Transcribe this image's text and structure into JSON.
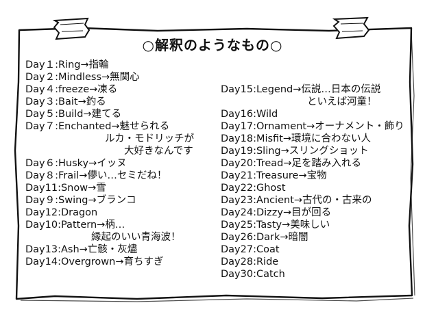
{
  "title": "○解釈のようなもの○",
  "left_lines": [
    {
      "text": "Day１:Ring→指輪",
      "indent": 0
    },
    {
      "text": "Day２:Mindless→無関心",
      "indent": 0
    },
    {
      "text": "Day４:freeze→凍る",
      "indent": 0
    },
    {
      "text": "Day３:Bait→釣る",
      "indent": 0
    },
    {
      "text": "Day５:Build→建てる",
      "indent": 0
    },
    {
      "text": "Day７:Enchanted→魅せられる",
      "indent": 0
    },
    {
      "text": "ルカ・モドリッチが",
      "indent": 1
    },
    {
      "text": "大好きなんです",
      "indent": 2
    },
    {
      "text": "Day６:Husky→イッヌ",
      "indent": 0
    },
    {
      "text": "Day８:Frail→儚い…セミだね！",
      "indent": 0
    },
    {
      "text": "Day11:Snow→雪",
      "indent": 0
    },
    {
      "text": "Day９:Swing→ブランコ",
      "indent": 0
    },
    {
      "text": "Day12:Dragon",
      "indent": 0
    },
    {
      "text": "Day10:Pattern→柄…",
      "indent": 0
    },
    {
      "text": "縁起のいい青海波！",
      "indent": 3
    },
    {
      "text": "Day13:Ash→亡骸・灰燼",
      "indent": 0
    },
    {
      "text": "Day14:Overgrown→育ちすぎ",
      "indent": 0
    }
  ],
  "right_lines": [
    {
      "text": "Day15:Legend→伝説…日本の伝説",
      "indent": 0
    },
    {
      "text": "といえば河童！",
      "indent": 4
    },
    {
      "text": "Day16:Wild",
      "indent": 0
    },
    {
      "text": "Day17:Ornament→オーナメント・飾り",
      "indent": 0
    },
    {
      "text": "Day18:Misfit→環境に合わない人",
      "indent": 0
    },
    {
      "text": "Day19:Sling→スリングショット",
      "indent": 0
    },
    {
      "text": "Day20:Tread→足を踏み入れる",
      "indent": 0
    },
    {
      "text": "Day21:Treasure→宝物",
      "indent": 0
    },
    {
      "text": "Day22:Ghost",
      "indent": 0
    },
    {
      "text": "Day23:Ancient→古代の・古来の",
      "indent": 0
    },
    {
      "text": "Day24:Dizzy→目が回る",
      "indent": 0
    },
    {
      "text": "Day25:Tasty→美味しい",
      "indent": 0
    },
    {
      "text": "Day26:Dark→暗闇",
      "indent": 0
    },
    {
      "text": "Day27:Coat",
      "indent": 0
    },
    {
      "text": "Day28:Ride",
      "indent": 0
    },
    {
      "text": "Day30:Catch",
      "indent": 0
    }
  ]
}
